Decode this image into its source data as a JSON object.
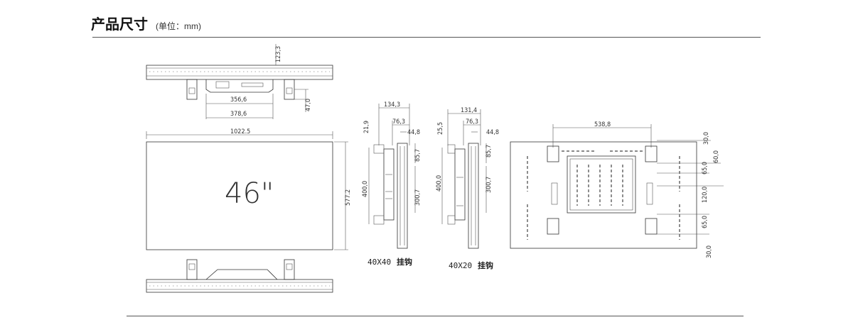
{
  "header": {
    "title": "产品尺寸",
    "unit": "(单位：mm)"
  },
  "top_view": {
    "depth": "123,3",
    "inner_width": "356,6",
    "outer_width": "378,6",
    "bracket_depth": "47,0"
  },
  "front_view": {
    "width": "1022.5",
    "height": "577.2",
    "size_label": "46\""
  },
  "side_40x40": {
    "total_depth": "134,3",
    "mount_depth": "76,3",
    "hook_depth": "44,8",
    "top_offset": "21,9",
    "bracket_top": "85,7",
    "height": "400,0",
    "inner_height": "300,7",
    "caption_code": "40X40",
    "caption_text": "挂钩"
  },
  "side_40x20": {
    "total_depth": "131,4",
    "mount_depth": "76,3",
    "hook_depth": "44,8",
    "top_offset": "25,5",
    "bracket_top": "85,7",
    "height": "400,0",
    "inner_height": "300,7",
    "caption_code": "40X20",
    "caption_text": "挂钩"
  },
  "rear_view": {
    "mount_spacing": "538,8",
    "top_margin": "30,0",
    "upper_gap": "60,0",
    "upper_hole": "65,0",
    "center_span": "120,0",
    "lower_hole": "65,0",
    "bottom_margin": "30,0"
  }
}
